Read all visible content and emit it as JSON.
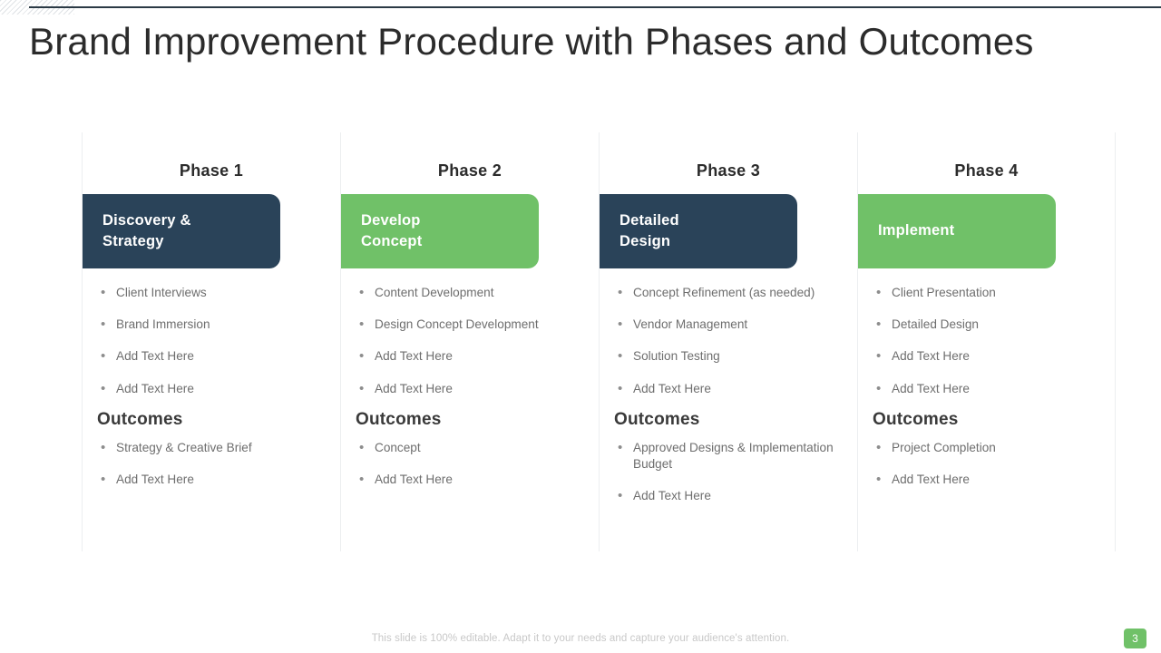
{
  "slide": {
    "title": "Brand Improvement Procedure with Phases and Outcomes",
    "footer_note": "This slide is 100% editable. Adapt it to your needs and capture your audience's attention.",
    "page_number": "3",
    "outcomes_heading": "Outcomes"
  },
  "colors": {
    "navy": "#2a4359",
    "green": "#70c168",
    "title_text": "#2b2b2b",
    "body_text": "#6e6e6e",
    "footer_text": "#c8c8c8",
    "divider": "#eceef0"
  },
  "phases": [
    {
      "label": "Phase 1",
      "banner_text": "Discovery &\nStrategy",
      "banner_line1": "Discovery &",
      "banner_line2": "Strategy",
      "banner_color": "navy",
      "tasks": [
        "Client Interviews",
        "Brand Immersion",
        "Add Text Here",
        "Add Text Here"
      ],
      "outcomes_heading": "Outcomes",
      "outcomes": [
        "Strategy & Creative Brief",
        "Add Text Here"
      ]
    },
    {
      "label": "Phase 2",
      "banner_text": "Develop\nConcept",
      "banner_line1": "Develop",
      "banner_line2": "Concept",
      "banner_color": "green",
      "tasks": [
        "Content Development",
        "Design Concept Development",
        "Add Text Here",
        "Add Text Here"
      ],
      "outcomes_heading": "Outcomes",
      "outcomes": [
        "Concept",
        "Add Text Here"
      ]
    },
    {
      "label": "Phase 3",
      "banner_text": "Detailed\nDesign",
      "banner_line1": "Detailed",
      "banner_line2": "Design",
      "banner_color": "navy",
      "tasks": [
        "Concept Refinement (as needed)",
        "Vendor Management",
        "Solution Testing",
        "Add Text Here"
      ],
      "outcomes_heading": "Outcomes",
      "outcomes": [
        "Approved Designs & Implementation Budget",
        "Add Text Here"
      ]
    },
    {
      "label": "Phase 4",
      "banner_text": "Implement",
      "banner_line1": "Implement",
      "banner_line2": "",
      "banner_color": "green",
      "tasks": [
        "Client Presentation",
        "Detailed Design",
        "Add Text Here",
        "Add Text Here"
      ],
      "outcomes_heading": "Outcomes",
      "outcomes": [
        "Project Completion",
        "Add Text Here"
      ]
    }
  ]
}
